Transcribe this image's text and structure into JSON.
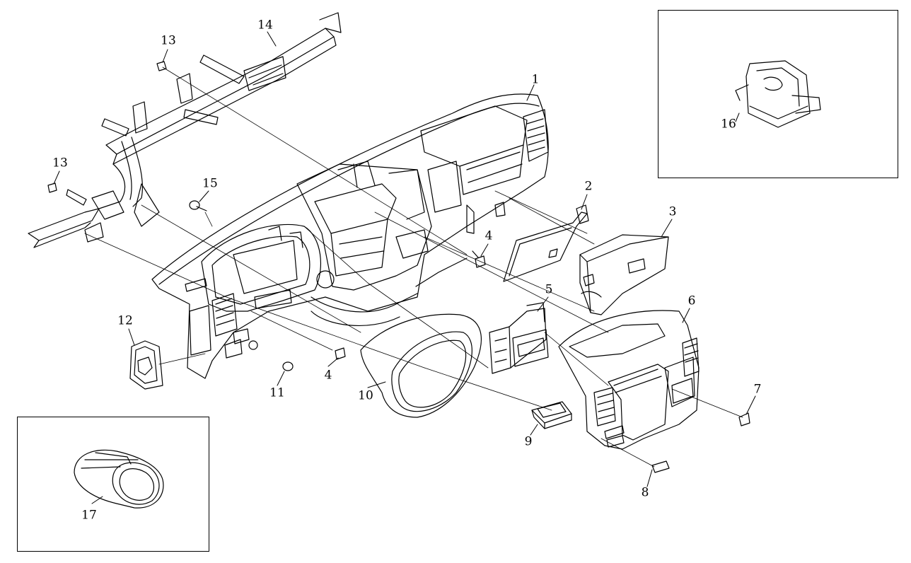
{
  "diagram": {
    "callouts": [
      {
        "id": "c1",
        "label": "1"
      },
      {
        "id": "c2",
        "label": "2"
      },
      {
        "id": "c3",
        "label": "3"
      },
      {
        "id": "c4a",
        "label": "4"
      },
      {
        "id": "c4b",
        "label": "4"
      },
      {
        "id": "c5",
        "label": "5"
      },
      {
        "id": "c6",
        "label": "6"
      },
      {
        "id": "c7",
        "label": "7"
      },
      {
        "id": "c8",
        "label": "8"
      },
      {
        "id": "c9",
        "label": "9"
      },
      {
        "id": "c10",
        "label": "10"
      },
      {
        "id": "c11",
        "label": "11"
      },
      {
        "id": "c12",
        "label": "12"
      },
      {
        "id": "c13a",
        "label": "13"
      },
      {
        "id": "c13b",
        "label": "13"
      },
      {
        "id": "c14",
        "label": "14"
      },
      {
        "id": "c15",
        "label": "15"
      },
      {
        "id": "c16",
        "label": "16"
      },
      {
        "id": "c17",
        "label": "17"
      }
    ],
    "line_color": "#000000",
    "background": "#ffffff"
  }
}
